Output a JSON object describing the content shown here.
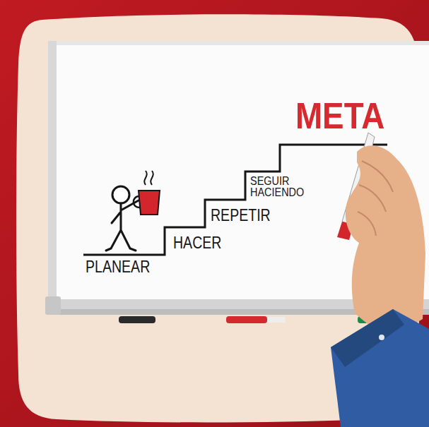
{
  "diagram": {
    "labels": [
      "PLANEAR",
      "HACER",
      "REPETIR",
      "SEGUIR HACIENDO",
      "META"
    ]
  }
}
